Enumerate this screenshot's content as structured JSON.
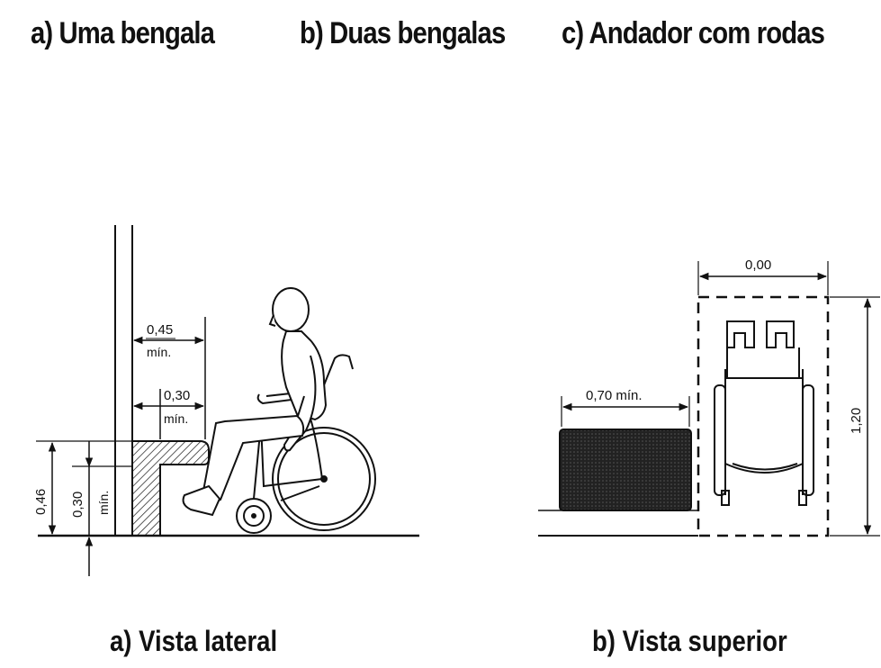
{
  "top_labels": {
    "a": "a) Uma bengala",
    "b": "b) Duas bengalas",
    "c": "c) Andador com rodas"
  },
  "side_view": {
    "dim_045": "0,45",
    "dim_045_min": "mín.",
    "dim_030": "0,30",
    "dim_030_min": "mín.",
    "height_046": "0,46",
    "height_030": "0,30",
    "height_030_min": "mín.",
    "caption": "a) Vista lateral"
  },
  "top_view": {
    "width_label": "0,00",
    "bench_label": "0,70 mín.",
    "length_label": "1,20",
    "caption": "b) Vista superior"
  }
}
